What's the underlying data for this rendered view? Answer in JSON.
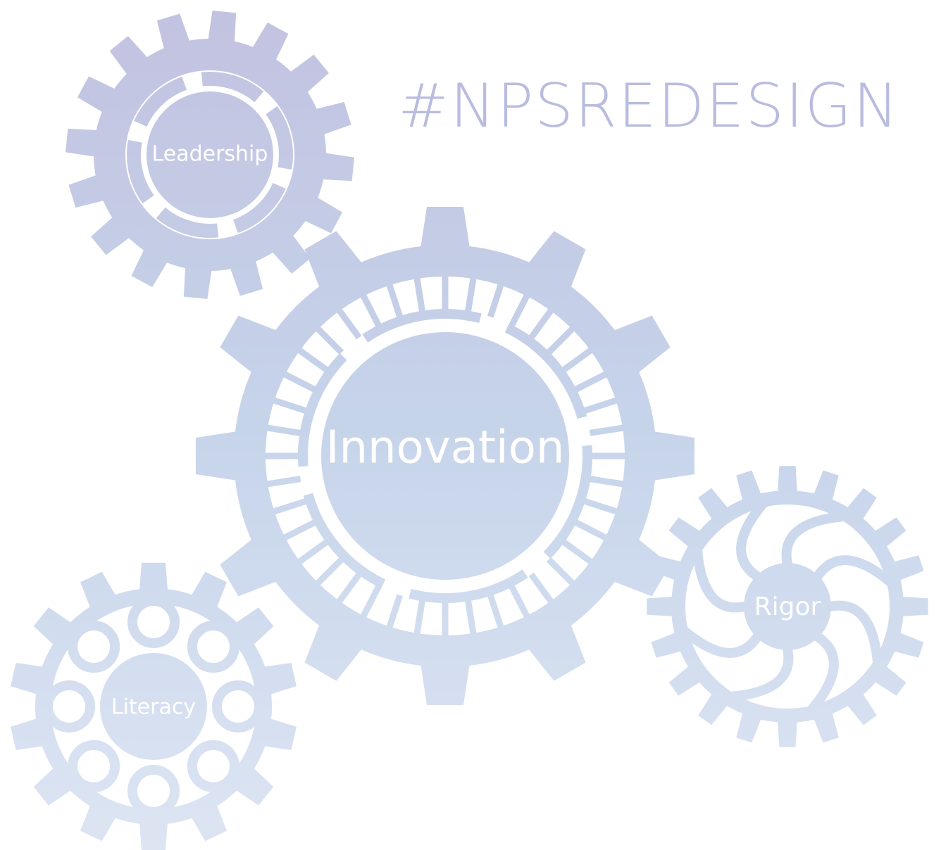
{
  "hashtag": "#NPSREDESIGN",
  "colors": {
    "gear_top": "#c2c2e0",
    "gear_mid": "#c6d4ea",
    "gear_bottom": "#dde5f3",
    "label": "#ffffff",
    "hashtag": "#b9bcdf"
  },
  "gears": {
    "leadership": {
      "label": "Leadership"
    },
    "innovation": {
      "label": "Innovation"
    },
    "rigor": {
      "label": "Rigor"
    },
    "literacy": {
      "label": "Literacy"
    }
  }
}
